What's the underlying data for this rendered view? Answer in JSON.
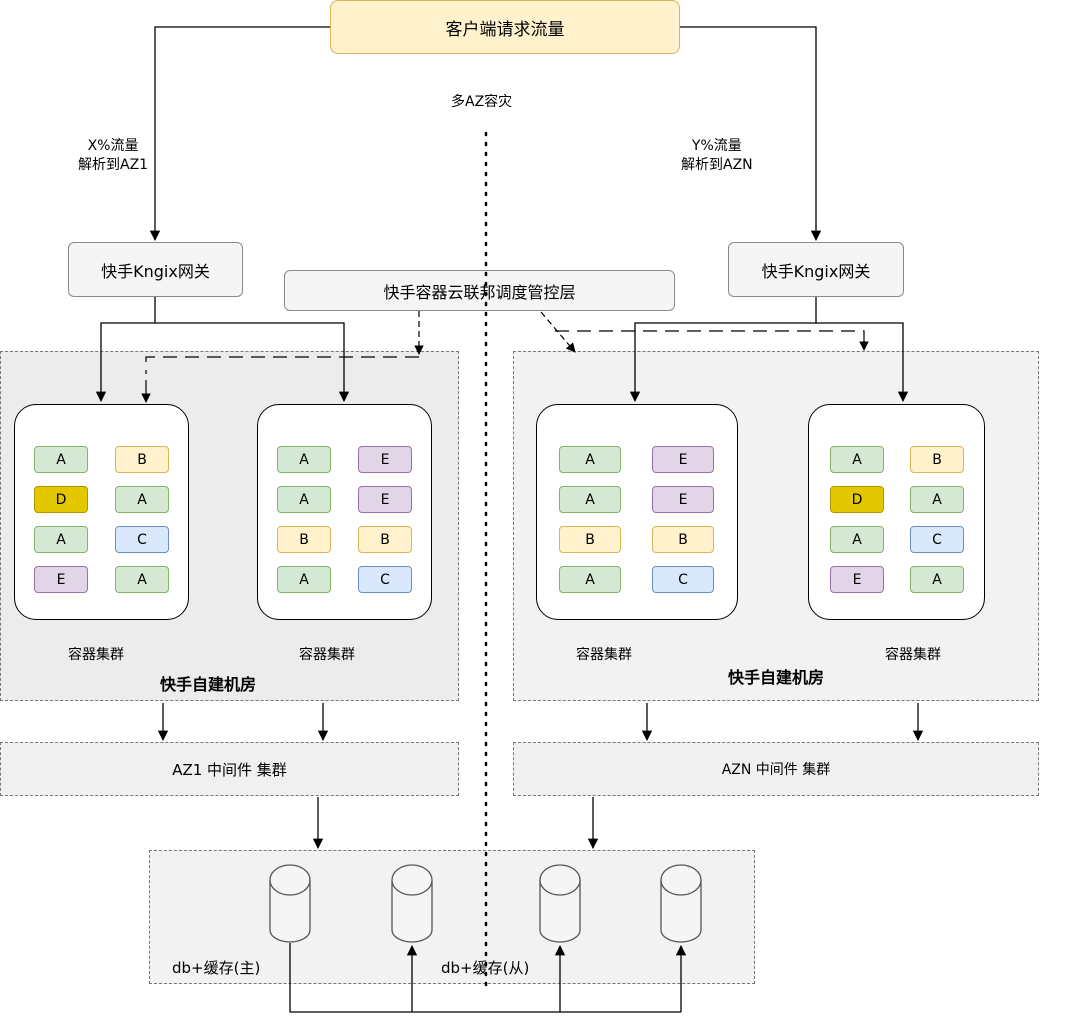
{
  "client": {
    "label": "客户端请求流量"
  },
  "center_label": "多AZ容灾",
  "left_route": {
    "line1": "X%流量",
    "line2": "解析到AZ1"
  },
  "right_route": {
    "line1": "Y%流量",
    "line2": "解析到AZN"
  },
  "gateway_left": "快手Kngix网关",
  "gateway_right": "快手Kngix网关",
  "control_plane": "快手容器云联邦调度管控层",
  "clusters": [
    {
      "label": "容器集群",
      "pods": [
        "A",
        "B",
        "D",
        "A",
        "A",
        "C",
        "E",
        "A"
      ]
    },
    {
      "label": "容器集群",
      "pods": [
        "A",
        "E",
        "A",
        "E",
        "B",
        "B",
        "A",
        "C"
      ]
    },
    {
      "label": "容器集群",
      "pods": [
        "A",
        "E",
        "A",
        "E",
        "B",
        "B",
        "A",
        "C"
      ]
    },
    {
      "label": "容器集群",
      "pods": [
        "A",
        "B",
        "D",
        "A",
        "A",
        "C",
        "E",
        "A"
      ]
    }
  ],
  "datacenter_left": "快手自建机房",
  "datacenter_right": "快手自建机房",
  "middleware_left": "AZ1 中间件 集群",
  "middleware_right": "AZN 中间件 集群",
  "db_master": "db+缓存(主)",
  "db_slave": "db+缓存(从)"
}
